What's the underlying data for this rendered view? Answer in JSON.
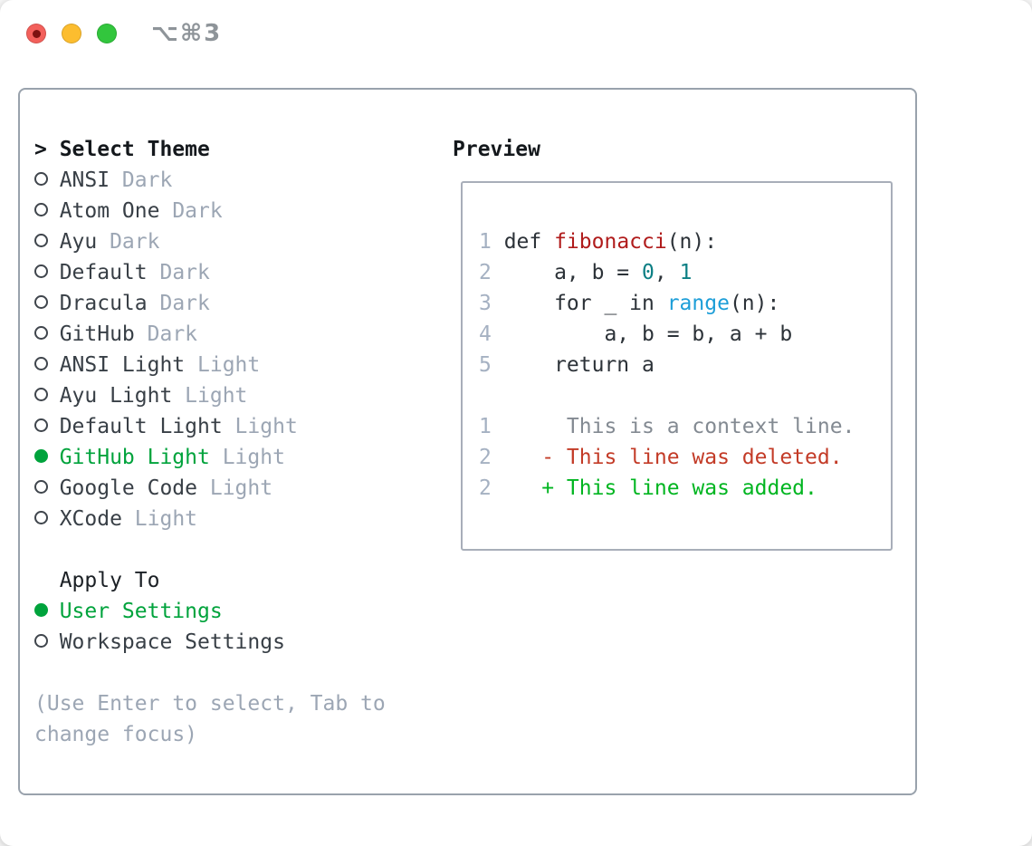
{
  "window": {
    "title": "⌥⌘3",
    "traffic_lights": [
      {
        "name": "close"
      },
      {
        "name": "minimize"
      },
      {
        "name": "zoom"
      }
    ]
  },
  "palette": {
    "accent_green": "#00a33c",
    "panel_border": "#99a2ac",
    "box_border": "#a8aeb9",
    "header_text": "#14181c",
    "item_text": "#383f46",
    "tag_text": "#9ca6b4",
    "help_text": "#9ca6b4",
    "gutter": "#a5b1c2",
    "code": "#2c3238",
    "func": "#b01b1b",
    "number": "#0c7f84",
    "builtin": "#1d9ed8",
    "context": "#838a92",
    "deleted": "#c33b27",
    "added": "#00b520",
    "traffic_red": "#f3605b",
    "traffic_yellow": "#fcbd2f",
    "traffic_green": "#32c63d"
  },
  "theme_picker": {
    "header_marker": ">",
    "header": "Select Theme",
    "themes": [
      {
        "name": "ANSI",
        "tag": "Dark",
        "selected": false
      },
      {
        "name": "Atom One",
        "tag": "Dark",
        "selected": false
      },
      {
        "name": "Ayu",
        "tag": "Dark",
        "selected": false
      },
      {
        "name": "Default",
        "tag": "Dark",
        "selected": false
      },
      {
        "name": "Dracula",
        "tag": "Dark",
        "selected": false
      },
      {
        "name": "GitHub",
        "tag": "Dark",
        "selected": false
      },
      {
        "name": "ANSI Light",
        "tag": "Light",
        "selected": false
      },
      {
        "name": "Ayu Light",
        "tag": "Light",
        "selected": false
      },
      {
        "name": "Default Light",
        "tag": "Light",
        "selected": false
      },
      {
        "name": "GitHub Light",
        "tag": "Light",
        "selected": true
      },
      {
        "name": "Google Code",
        "tag": "Light",
        "selected": false
      },
      {
        "name": "XCode",
        "tag": "Light",
        "selected": false
      }
    ],
    "apply_to": {
      "header": "Apply To",
      "options": [
        {
          "name": "User Settings",
          "selected": true
        },
        {
          "name": "Workspace Settings",
          "selected": false
        }
      ]
    },
    "help_lines": [
      "(Use Enter to select, Tab to",
      "change focus)"
    ]
  },
  "preview": {
    "header": "Preview",
    "code_lines": [
      {
        "num": "1",
        "segments": [
          {
            "t": "def ",
            "c": "code"
          },
          {
            "t": "fibonacci",
            "c": "func"
          },
          {
            "t": "(n):",
            "c": "code"
          }
        ]
      },
      {
        "num": "2",
        "segments": [
          {
            "t": "    a, b = ",
            "c": "code"
          },
          {
            "t": "0",
            "c": "number"
          },
          {
            "t": ", ",
            "c": "code"
          },
          {
            "t": "1",
            "c": "number"
          }
        ]
      },
      {
        "num": "3",
        "segments": [
          {
            "t": "    for _ in ",
            "c": "code"
          },
          {
            "t": "range",
            "c": "builtin"
          },
          {
            "t": "(n):",
            "c": "code"
          }
        ]
      },
      {
        "num": "4",
        "segments": [
          {
            "t": "        a, b = b, a + b",
            "c": "code"
          }
        ]
      },
      {
        "num": "5",
        "segments": [
          {
            "t": "    return a",
            "c": "code"
          }
        ]
      },
      {
        "num": "",
        "segments": []
      },
      {
        "num": "1",
        "segments": [
          {
            "t": "     This is a context line.",
            "c": "context"
          }
        ]
      },
      {
        "num": "2",
        "segments": [
          {
            "t": "   - This line was deleted.",
            "c": "deleted"
          }
        ]
      },
      {
        "num": "2",
        "segments": [
          {
            "t": "   + This line was added.",
            "c": "added"
          }
        ]
      }
    ]
  }
}
